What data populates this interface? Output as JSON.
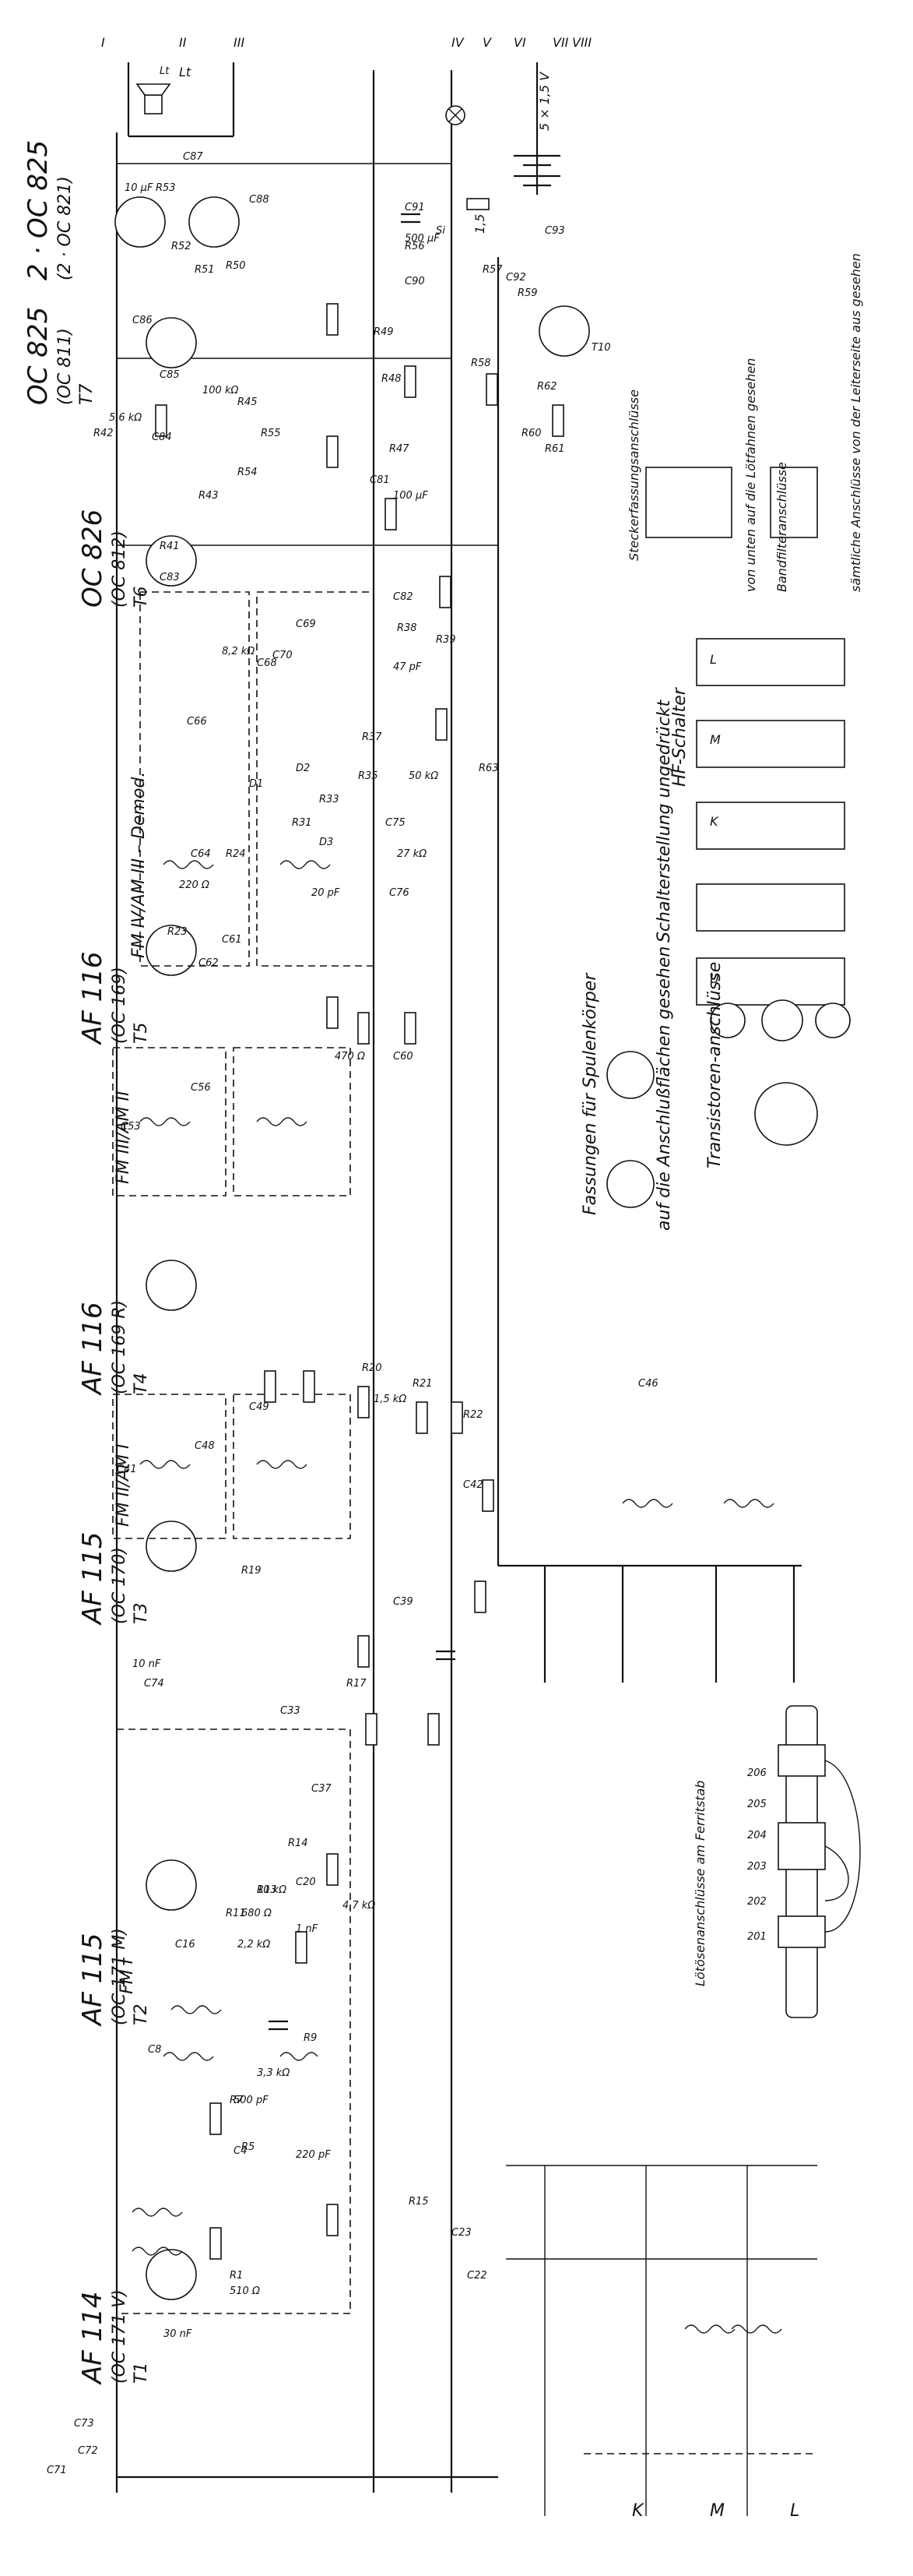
{
  "transistors": [
    {
      "type": "AF 114",
      "alt": "(OC 171 V)",
      "ref": "T1"
    },
    {
      "type": "AF 115",
      "alt": "(OC 171 M)",
      "ref": "T2"
    },
    {
      "type": "AF 115",
      "alt": "(OC 170)",
      "ref": "T3"
    },
    {
      "type": "AF 116",
      "alt": "(OC 169 R)",
      "ref": "T4"
    },
    {
      "type": "AF 116",
      "alt": "(OC 169)",
      "ref": "T5"
    },
    {
      "type": "OC 826",
      "alt": "(OC 812)",
      "ref": "T6"
    },
    {
      "type": "OC 825",
      "alt": "(OC 811)",
      "ref": "T7"
    },
    {
      "type": "2 · OC 825",
      "alt": "(2 · OC 821)",
      "ref": ""
    }
  ],
  "blocks": {
    "fm1": "FM I",
    "fm2_am1": "FM II/AM I",
    "fm3_am2": "FM III/AM II",
    "fm4_am3": "FM IV/AM III – Demod."
  },
  "supply": {
    "battery": "5 × 1,5 V",
    "cell": "1,5 V"
  },
  "legend": {
    "spulen_title": "Fassungen für Spulenkörper",
    "spulen_sub": "auf die Anschlußflächen gesehen",
    "transistor_title": "Transistoren-anschlüsse",
    "hf_title": "HF-Schalter",
    "schalter_sub": "Schalterstellung ungedrückt",
    "stecker_title": "Steckerfassungsanschlüsse",
    "stecker_sub": "von unten auf die Lötfahnen gesehen",
    "band_title": "Bandfilteranschlüsse",
    "band_sub": "sämtliche Anschlüsse von der Leiterseite aus gesehen",
    "ferrit_title": "Lötösenanschlüsse am Ferritstab"
  },
  "switch_bands": [
    "U",
    "K",
    "M",
    "L"
  ],
  "band_labels": [
    "K",
    "M",
    "L"
  ],
  "ferrit_numbers": [
    "201",
    "202",
    "203",
    "204",
    "205",
    "206"
  ],
  "connectors": [
    "I",
    "II",
    "III",
    "IV",
    "V",
    "VI",
    "VII",
    "VIII"
  ],
  "component_labels": [
    "C71",
    "C72",
    "C73",
    "C74",
    "C4",
    "C8",
    "C16",
    "C20",
    "C22",
    "C23",
    "C33",
    "C37",
    "C39",
    "C41",
    "C42",
    "C46",
    "C48",
    "C49",
    "C53",
    "C56",
    "C60",
    "C61",
    "C62",
    "C64",
    "C66",
    "C68",
    "C69",
    "C70",
    "C75",
    "C76",
    "C81",
    "C82",
    "C83",
    "C84",
    "C85",
    "C86",
    "C87",
    "C88",
    "C90",
    "C91",
    "C92",
    "C93",
    "R1",
    "R5",
    "R7",
    "R9",
    "R11",
    "R13",
    "R14",
    "R15",
    "R17",
    "R19",
    "R20",
    "R21",
    "R22",
    "R23",
    "R24",
    "R31",
    "R33",
    "R35",
    "R37",
    "R38",
    "R39",
    "R41",
    "R42",
    "R43",
    "R45",
    "R47",
    "R48",
    "R49",
    "R50",
    "R51",
    "R52",
    "R53",
    "R54",
    "R55",
    "R56",
    "R57",
    "R58",
    "R59",
    "R60",
    "R61",
    "R62",
    "R63",
    "D1",
    "D2",
    "D3",
    "Lt",
    "Si",
    "T10"
  ],
  "values": [
    "100 kΩ",
    "510 Ω",
    "220 pF",
    "500 pF",
    "30 nF",
    "10 nF",
    "1 nF",
    "47 pF",
    "20 pF",
    "680 Ω",
    "470 Ω",
    "220 Ω",
    "1,5 kΩ",
    "2,2 kΩ",
    "3,3 kΩ",
    "4,7 kΩ",
    "5,6 kΩ",
    "8,2 kΩ",
    "10 kΩ",
    "27 kΩ",
    "50 kΩ",
    "500 µF",
    "100 µF",
    "10 µF"
  ]
}
